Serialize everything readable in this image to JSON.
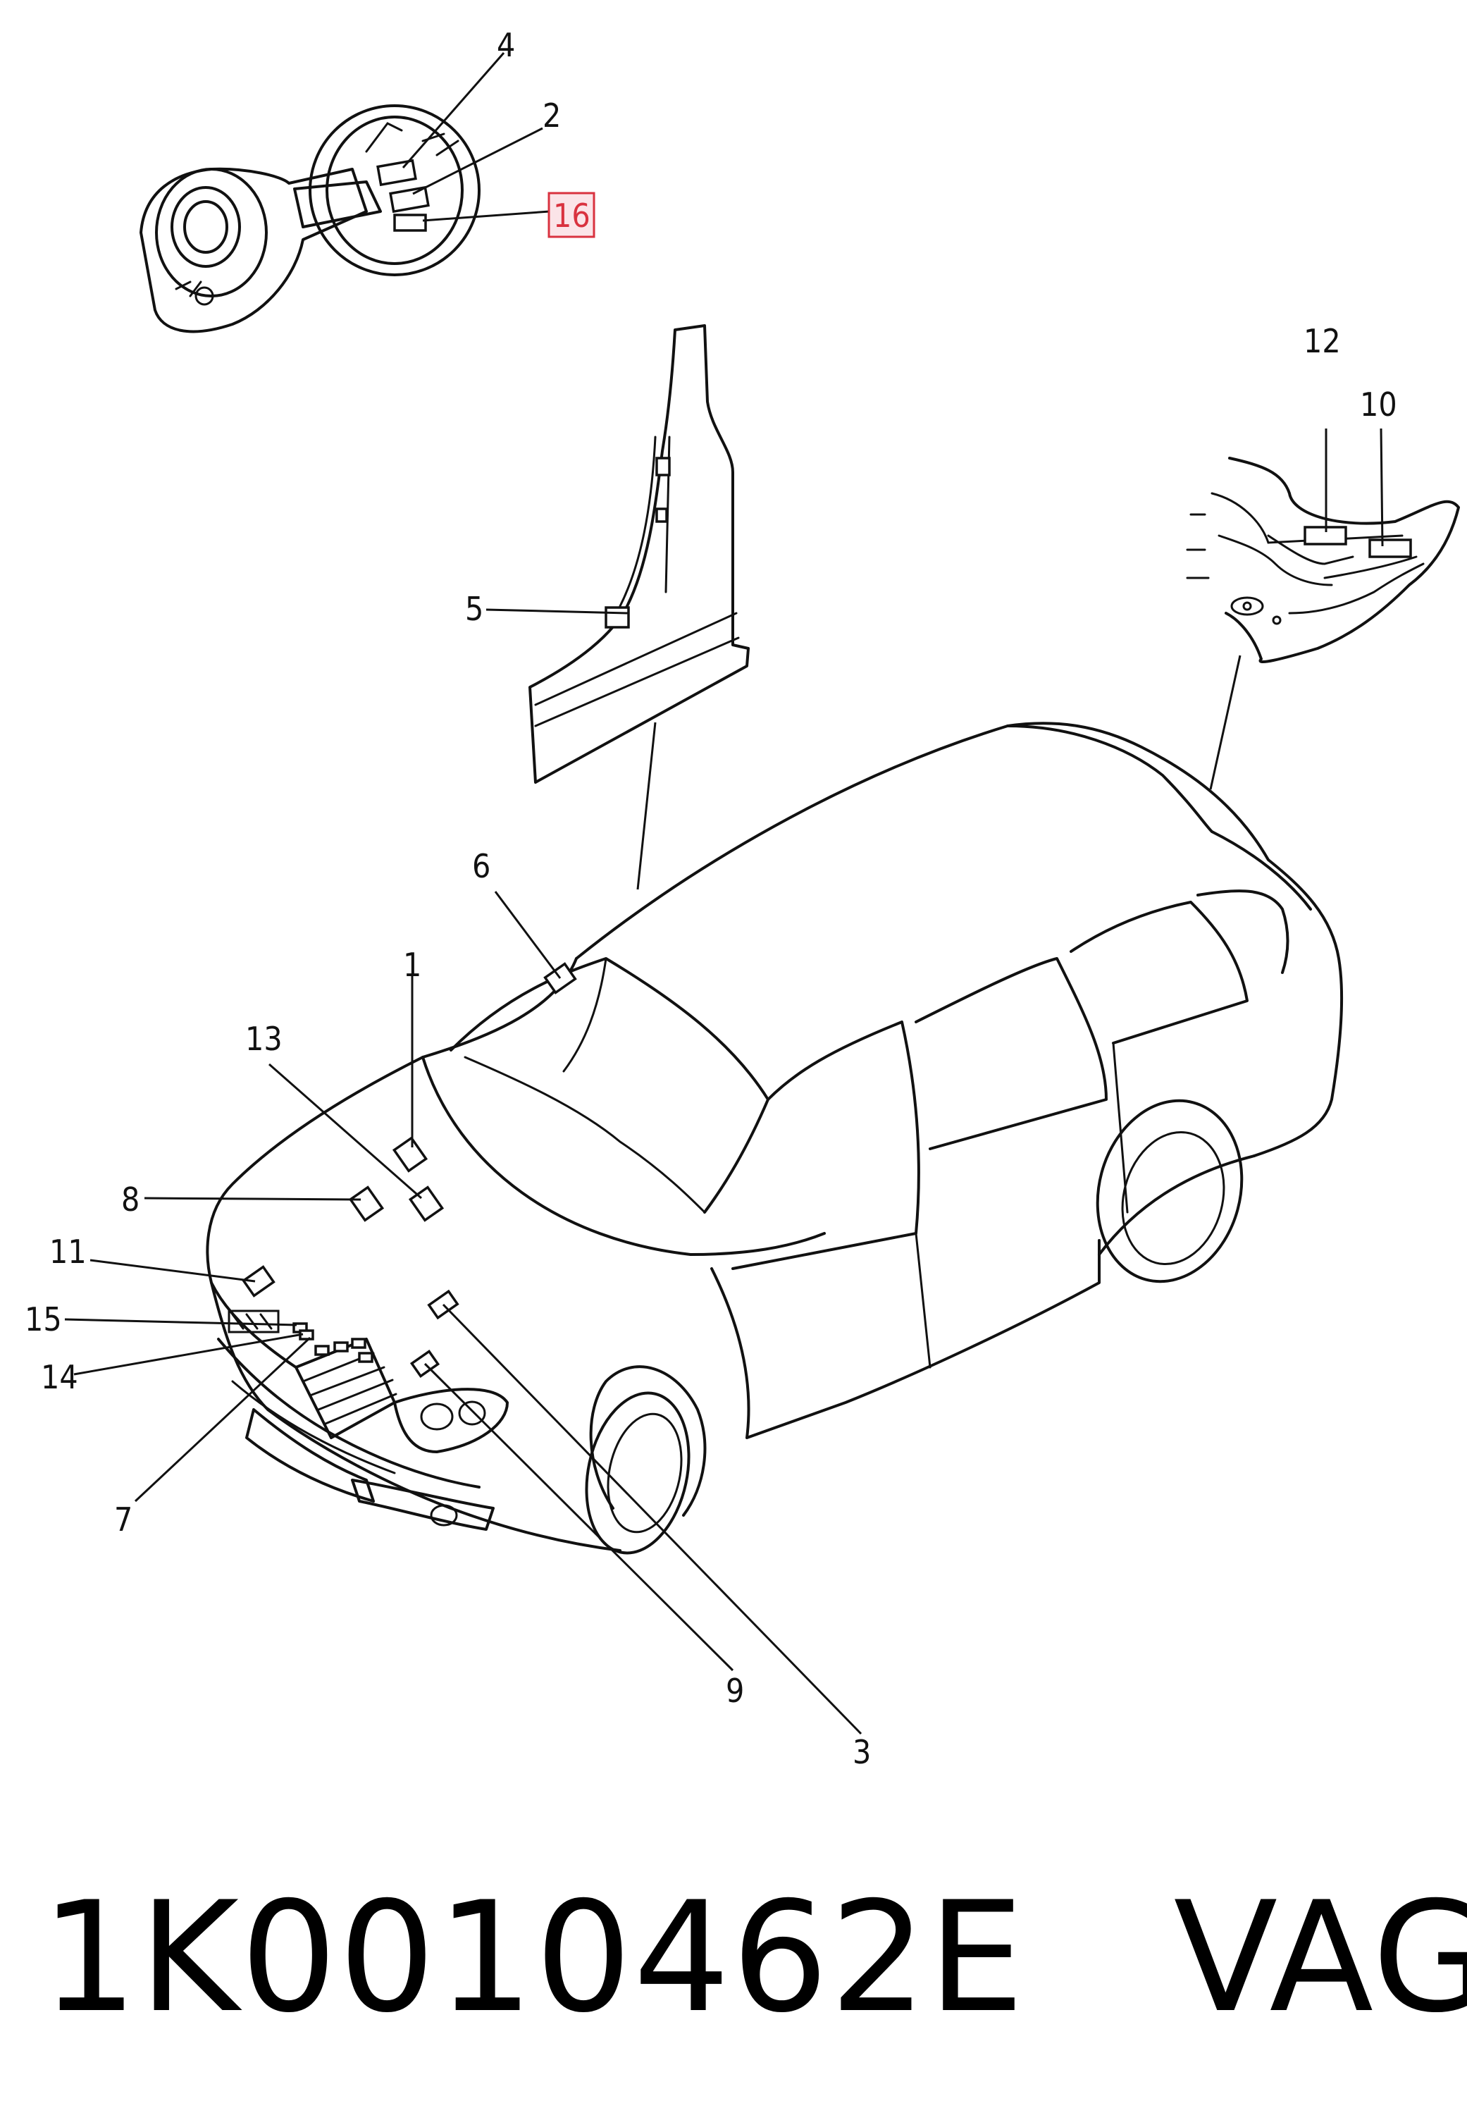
{
  "callouts": [
    {
      "id": "c1",
      "label": "1"
    },
    {
      "id": "c2",
      "label": "2"
    },
    {
      "id": "c3",
      "label": "3"
    },
    {
      "id": "c4",
      "label": "4"
    },
    {
      "id": "c5",
      "label": "5"
    },
    {
      "id": "c6",
      "label": "6"
    },
    {
      "id": "c7",
      "label": "7"
    },
    {
      "id": "c8",
      "label": "8"
    },
    {
      "id": "c9",
      "label": "9"
    },
    {
      "id": "c10",
      "label": "10"
    },
    {
      "id": "c11",
      "label": "11"
    },
    {
      "id": "c12",
      "label": "12"
    },
    {
      "id": "c13",
      "label": "13"
    },
    {
      "id": "c14",
      "label": "14"
    },
    {
      "id": "c15",
      "label": "15"
    },
    {
      "id": "c16",
      "label": "16",
      "highlighted": true
    }
  ],
  "highlight_color": "#d9323f",
  "footer": {
    "part_number": "1K0010462E",
    "brand": "VAG"
  }
}
